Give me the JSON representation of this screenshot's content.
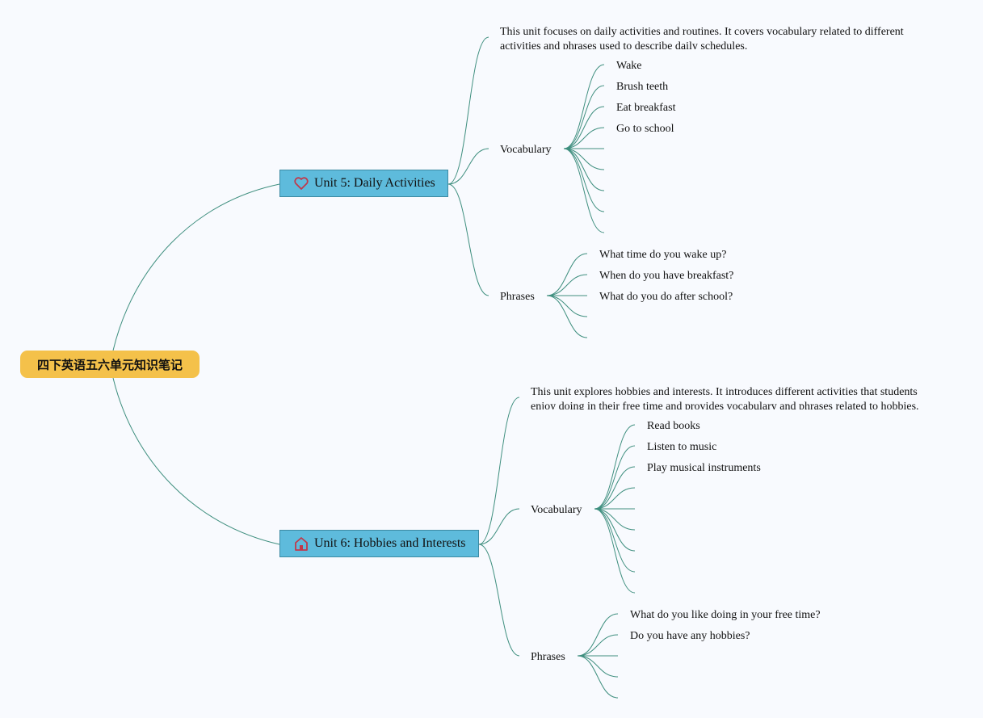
{
  "root": {
    "title": "四下英语五六单元知识笔记"
  },
  "units": [
    {
      "title": "Unit 5: Daily Activities",
      "icon": "heart-icon",
      "description": "This unit focuses on daily activities and routines. It covers vocabulary related to different activities and phrases used to describe daily schedules.",
      "vocabulary_label": "Vocabulary",
      "vocabulary": [
        "Wake",
        "Brush teeth",
        "Eat breakfast",
        "Go to school",
        "",
        "",
        "",
        "",
        ""
      ],
      "phrases_label": "Phrases",
      "phrases": [
        "What time do you wake up?",
        "When do you have breakfast?",
        "What do you do after school?",
        "",
        ""
      ]
    },
    {
      "title": "Unit 6: Hobbies and Interests",
      "icon": "home-icon",
      "description": "This unit explores hobbies and interests. It introduces different activities that students enjoy doing in their free time and provides vocabulary and phrases related to hobbies.",
      "vocabulary_label": "Vocabulary",
      "vocabulary": [
        "Read books",
        "Listen to music",
        "Play musical instruments",
        "",
        "",
        "",
        "",
        "",
        ""
      ],
      "phrases_label": "Phrases",
      "phrases": [
        "What do you like doing in your free time?",
        "Do you have any hobbies?",
        "",
        "",
        ""
      ]
    }
  ],
  "colors": {
    "root": "#f4c14a",
    "unit": "#5ebbdc",
    "connector": "#3f8f7f",
    "icon": "#c0394b"
  }
}
